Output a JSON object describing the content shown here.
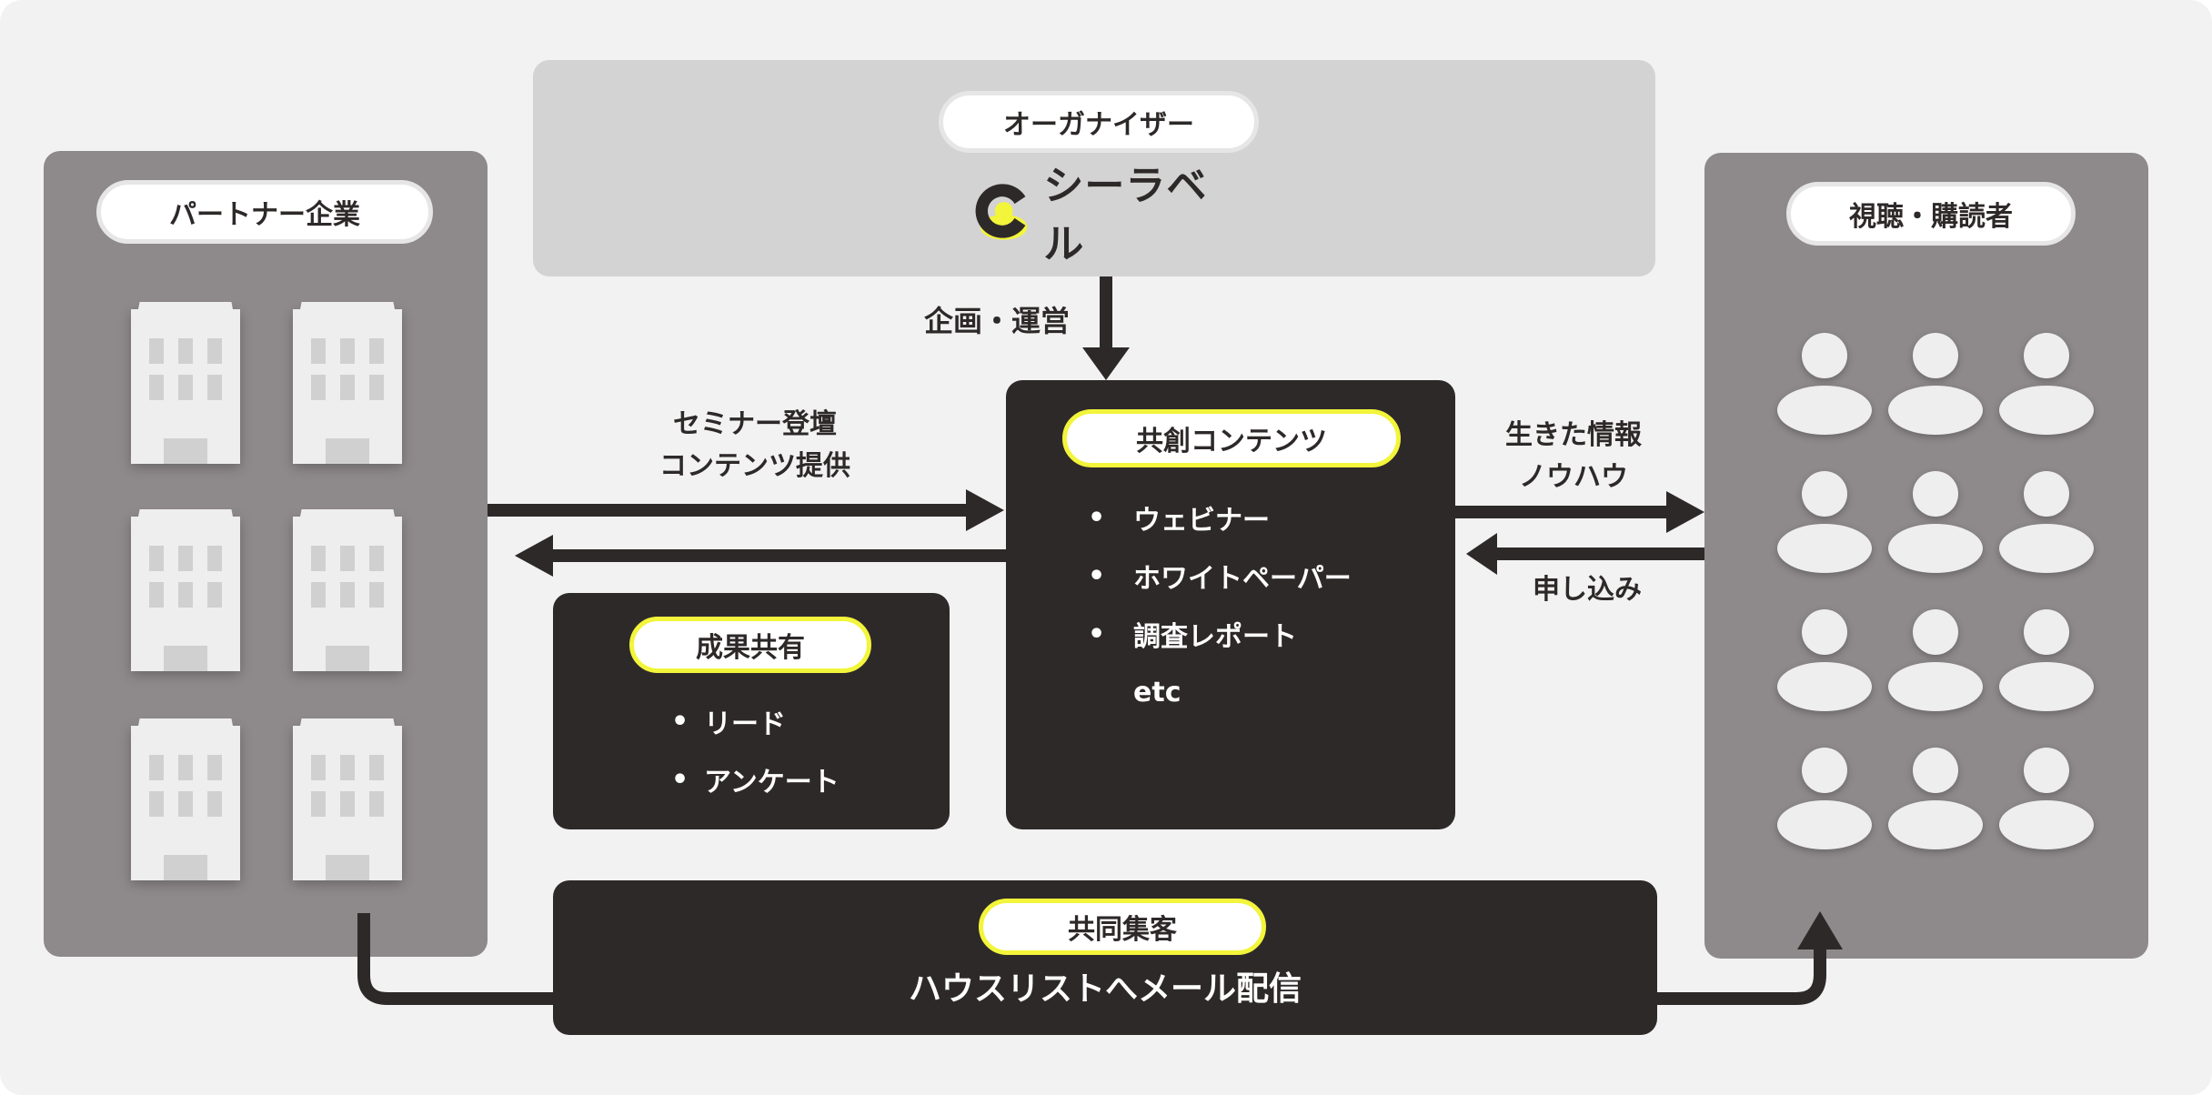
{
  "organizer": {
    "label": "オーガナイザー",
    "logo_text": "シーラベル"
  },
  "partner": {
    "label": "パートナー企業",
    "building_icon": "office-building-icon"
  },
  "audience": {
    "label": "視聴・購読者",
    "person_icon": "person-icon"
  },
  "flows": {
    "planning": "企画・運営",
    "partner_to_center_line1": "セミナー登壇",
    "partner_to_center_line2": "コンテンツ提供",
    "center_to_audience_line1": "生きた情報",
    "center_to_audience_line2": "ノウハウ",
    "audience_to_center": "申し込み"
  },
  "co_creation": {
    "label": "共創コンテンツ",
    "items": [
      "ウェビナー",
      "ホワイトペーパー",
      "調査レポート"
    ],
    "more": "etc"
  },
  "results": {
    "label": "成果共有",
    "items": [
      "リード",
      "アンケート"
    ]
  },
  "joint": {
    "label": "共同集客",
    "text": "ハウスリストへメール配信"
  },
  "colors": {
    "background": "#f2f2f2",
    "dark": "#2e2929",
    "gray_panel": "#8e898a",
    "light_panel": "#d3d3d3",
    "accent_yellow": "#f2f53a"
  }
}
